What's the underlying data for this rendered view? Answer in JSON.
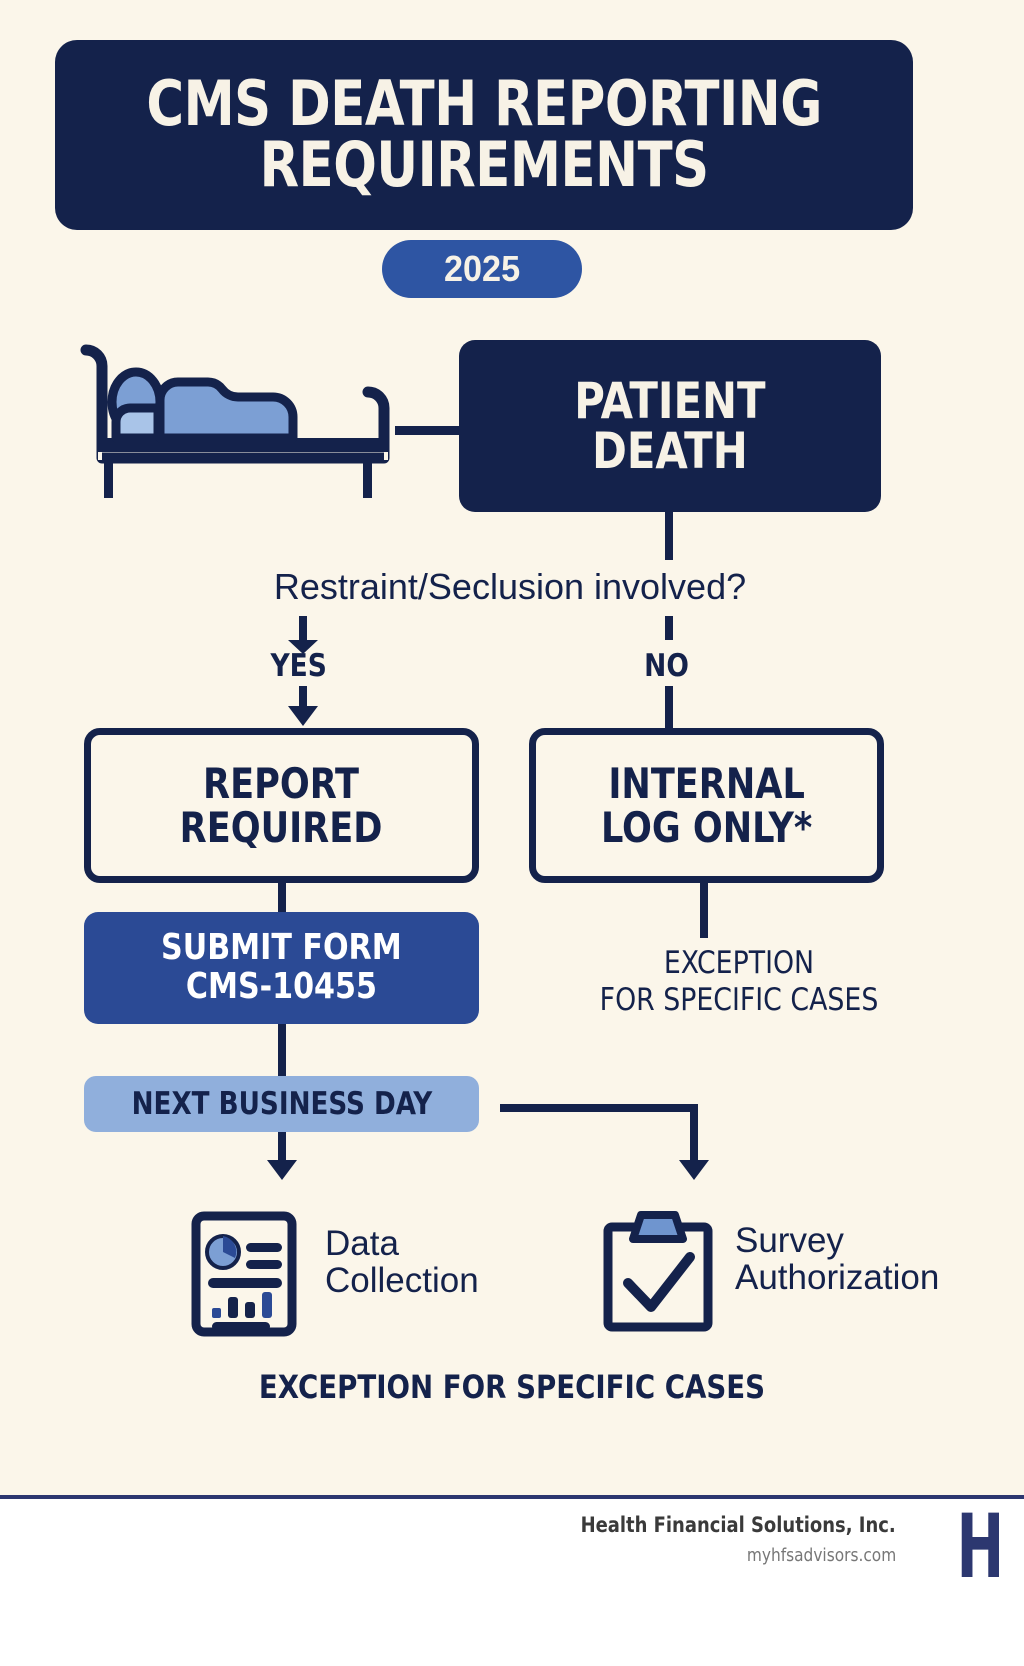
{
  "header": {
    "title": "CMS DEATH REPORTING\nREQUIREMENTS",
    "year": "2025"
  },
  "flow": {
    "start_label": "PATIENT\nDEATH",
    "bed_icon": "patient-in-bed-icon",
    "decision_question": "Restraint/Seclusion involved?",
    "branch_yes": "YES",
    "branch_no": "NO",
    "outcome_yes": "REPORT\nREQUIRED",
    "outcome_no": "INTERNAL\nLOG ONLY*",
    "submit_step": "SUBMIT FORM\nCMS-10455",
    "deadline": "NEXT BUSINESS DAY",
    "exception_right": "EXCEPTION\nFOR SPECIFIC CASES"
  },
  "outcomes": [
    {
      "icon": "data-document-icon",
      "caption": "Data\nCollection"
    },
    {
      "icon": "clipboard-check-icon",
      "caption": "Survey\nAuthorization"
    }
  ],
  "note": "EXCEPTION FOR SPECIFIC CASES",
  "footer": {
    "company": "Health Financial Solutions, Inc.",
    "url": "myhfsadvisors.com",
    "logo": "H"
  },
  "colors": {
    "background": "#fbf6ea",
    "navy": "#14224b",
    "accent_blue": "#2e55a3",
    "mid_blue": "#2b4a95",
    "light_blue": "#90afdc",
    "footer_rule": "#2c3770",
    "cream_text": "#f7f2e6"
  }
}
